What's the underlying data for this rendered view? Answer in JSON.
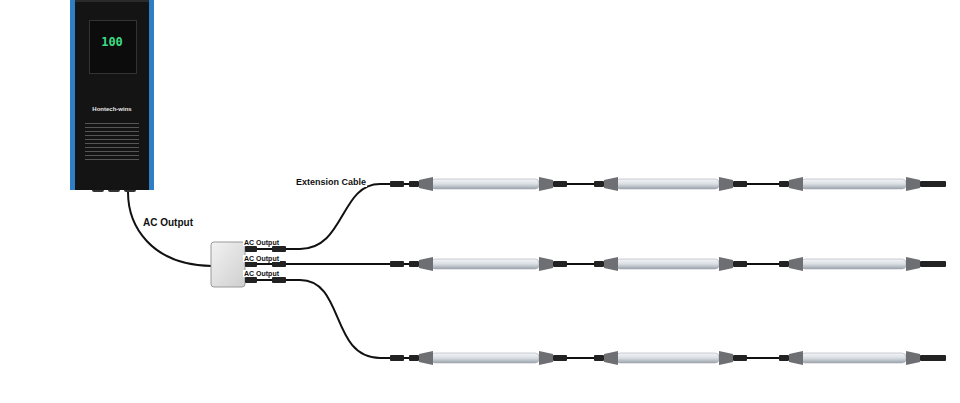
{
  "diagram": {
    "nodes": [
      {
        "text": [
          "100",
          "Hontech-wins"
        ]
      }
    ],
    "labels": [
      "AC Output",
      "AC Output",
      "AC Output",
      "AC Output",
      "Extension Cable"
    ]
  }
}
